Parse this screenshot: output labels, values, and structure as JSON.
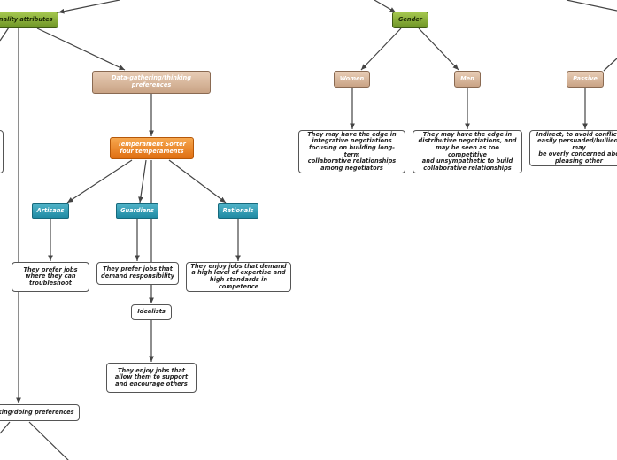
{
  "nodes": {
    "personality_attributes": {
      "label": "onality attributes"
    },
    "gender": {
      "label": "Gender"
    },
    "data_gathering": {
      "label": "Data-gathering/thinking\npreferences"
    },
    "women": {
      "label": "Women"
    },
    "men": {
      "label": "Men"
    },
    "passive": {
      "label": "Passive"
    },
    "women_desc": {
      "label": "They may have the edge in\nintegrative negotiations\nfocusing on building long-term\ncollaborative relationships\namong negotiators"
    },
    "men_desc": {
      "label": "They may have the edge in\ndistributive negotiations, and\nmay be seen as too competitive\nand unsympathetic to build\ncollaborative relationships"
    },
    "passive_desc": {
      "label": "Indirect, to avoid conflict,\neasily persuaded/bullied, may\nbe overly concerned abo\npleasing other"
    },
    "temperament_sorter": {
      "label": "Temperament Sorter\nfour temperaments"
    },
    "artisans": {
      "label": "Artisans"
    },
    "guardians": {
      "label": "Guardians"
    },
    "rationals": {
      "label": "Rationals"
    },
    "artisans_desc": {
      "label": "They prefer jobs\nwhere they can\ntroubleshoot"
    },
    "guardians_desc": {
      "label": "They prefer jobs that\ndemand responsibility"
    },
    "rationals_desc": {
      "label": "They enjoy jobs that demand\na high level of expertise and\nhigh standards in competence"
    },
    "idealists": {
      "label": "Idealists"
    },
    "idealists_desc": {
      "label": "They enjoy jobs that\nallow them to support\nand encourage others"
    },
    "thinking_doing": {
      "label": "inking/doing preferences"
    }
  },
  "colors": {
    "green": "#8fb43a",
    "tan": "#d9b89c",
    "orange": "#ee8a2c",
    "teal": "#2b9cb5",
    "connector": "#444444"
  }
}
